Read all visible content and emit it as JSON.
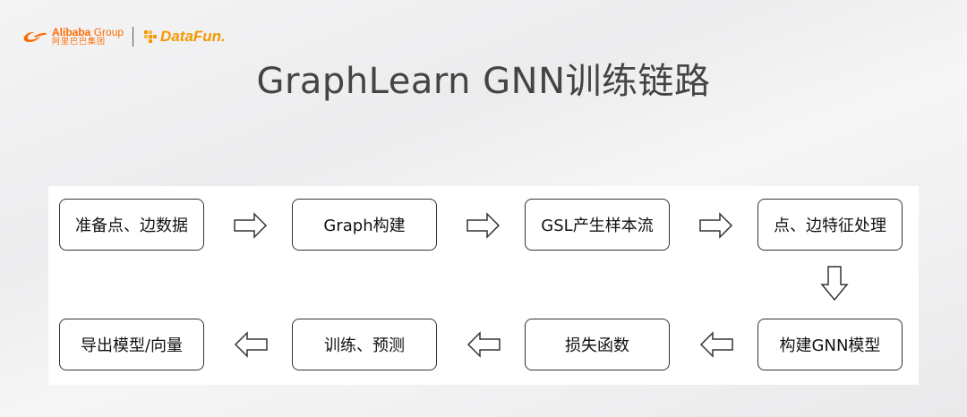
{
  "header": {
    "alibaba_logo": {
      "name_en": "Alibaba",
      "group": "Group",
      "name_cn": "阿里巴巴集团",
      "color": "#ff6a00"
    },
    "datafun_logo": {
      "name": "DataFun.",
      "color": "#f39800"
    }
  },
  "title": "GraphLearn GNN训练链路",
  "flow": {
    "nodes": [
      "准备点、边数据",
      "Graph构建",
      "GSL产生样本流",
      "点、边特征处理",
      "构建GNN模型",
      "损失函数",
      "训练、预测",
      "导出模型/向量"
    ],
    "edges": [
      [
        "准备点、边数据",
        "Graph构建"
      ],
      [
        "Graph构建",
        "GSL产生样本流"
      ],
      [
        "GSL产生样本流",
        "点、边特征处理"
      ],
      [
        "点、边特征处理",
        "构建GNN模型"
      ],
      [
        "构建GNN模型",
        "损失函数"
      ],
      [
        "损失函数",
        "训练、预测"
      ],
      [
        "训练、预测",
        "导出模型/向量"
      ]
    ],
    "arrow_icon": "hollow-block-arrow"
  }
}
